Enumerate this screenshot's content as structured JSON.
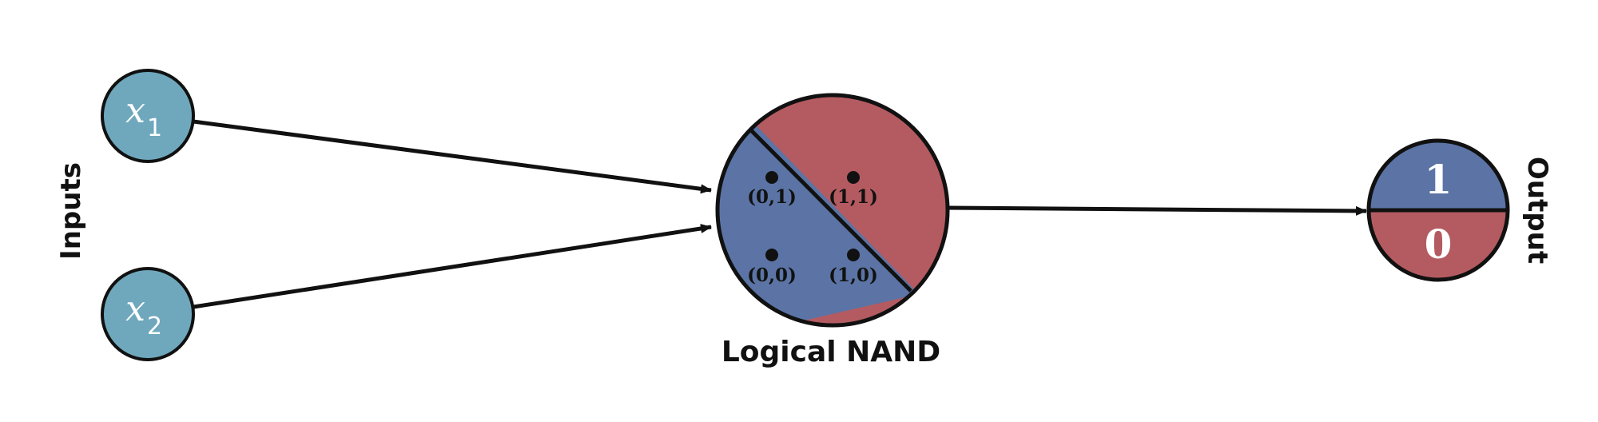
{
  "inputs_label": "Inputs",
  "output_label": "Output",
  "gate_label": "Logical NAND",
  "inputs": [
    {
      "var": "x",
      "sub": "1"
    },
    {
      "var": "x",
      "sub": "2"
    }
  ],
  "points": [
    {
      "label": "(0,1)",
      "class": "1"
    },
    {
      "label": "(1,1)",
      "class": "0"
    },
    {
      "label": "(0,0)",
      "class": "1"
    },
    {
      "label": "(1,0)",
      "class": "1"
    }
  ],
  "output_values": {
    "top": "1",
    "bottom": "0"
  },
  "colors": {
    "input_fill": "#6fa8bd",
    "class_one": "#5b74a5",
    "class_zero": "#b45b61",
    "stroke": "#111111"
  }
}
